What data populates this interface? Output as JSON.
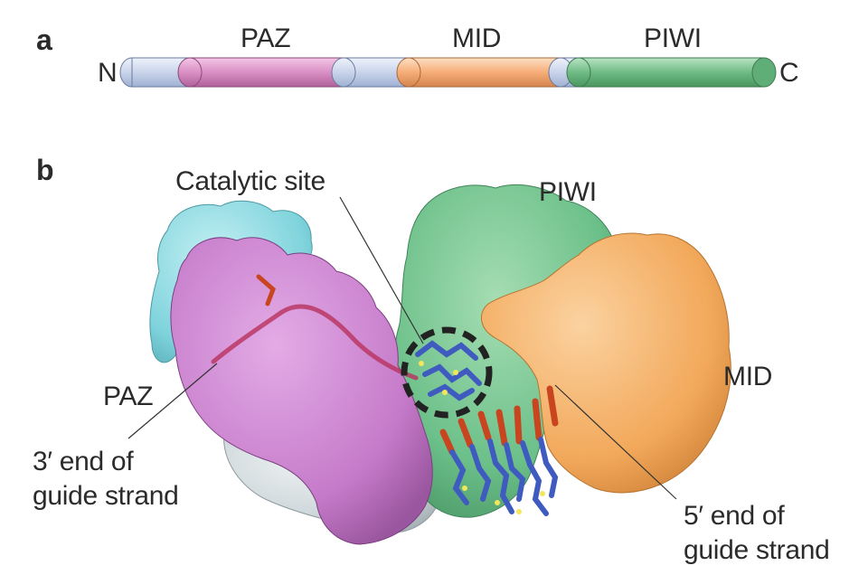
{
  "panel_a": {
    "letter": "a",
    "n_terminus": "N",
    "c_terminus": "C",
    "domains": [
      {
        "name": "PAZ",
        "color": "#d98fc4"
      },
      {
        "name": "MID",
        "color": "#f6ad78"
      },
      {
        "name": "PIWI",
        "color": "#6fbb85"
      }
    ],
    "linker_color": "#c9d4ea"
  },
  "panel_b": {
    "letter": "b",
    "labels": {
      "catalytic_site": "Catalytic site",
      "piwi": "PIWI",
      "paz": "PAZ",
      "mid": "MID",
      "three_prime": [
        "3′ end of",
        "guide strand"
      ],
      "five_prime": [
        "5′ end of",
        "guide strand"
      ]
    },
    "colors": {
      "piwi": "#6cc08a",
      "mid": "#f2a85a",
      "paz": "#c57ac9",
      "n_domain": "#7fd3dc",
      "l_domain": "#c9d3d6",
      "guide_rna": "#3f5bbf",
      "phosphate": "#c8451f"
    }
  }
}
